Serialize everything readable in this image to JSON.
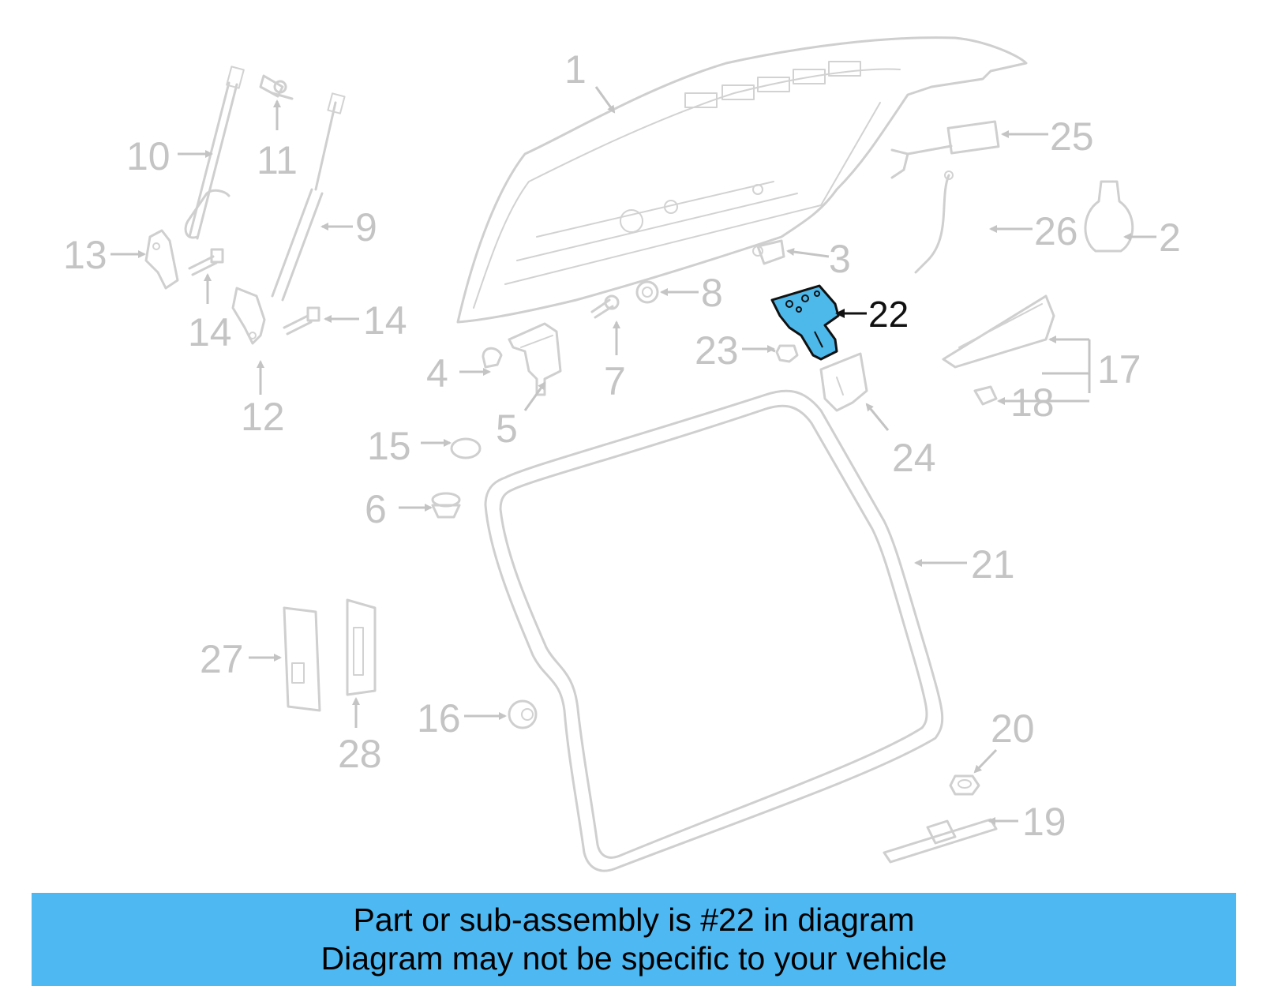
{
  "diagram": {
    "highlight_part": "22",
    "highlight_color": "#4db8ea",
    "label_color": "#c4c4c4",
    "labels": [
      "1",
      "2",
      "3",
      "4",
      "5",
      "6",
      "7",
      "8",
      "9",
      "10",
      "11",
      "12",
      "13",
      "14",
      "14",
      "15",
      "16",
      "17",
      "18",
      "19",
      "20",
      "21",
      "22",
      "23",
      "24",
      "25",
      "26",
      "27",
      "28"
    ]
  },
  "banner": {
    "line1": "Part or sub-assembly is #22 in diagram",
    "line2": "Diagram may not be specific to your vehicle",
    "color": "#4db8f2"
  }
}
